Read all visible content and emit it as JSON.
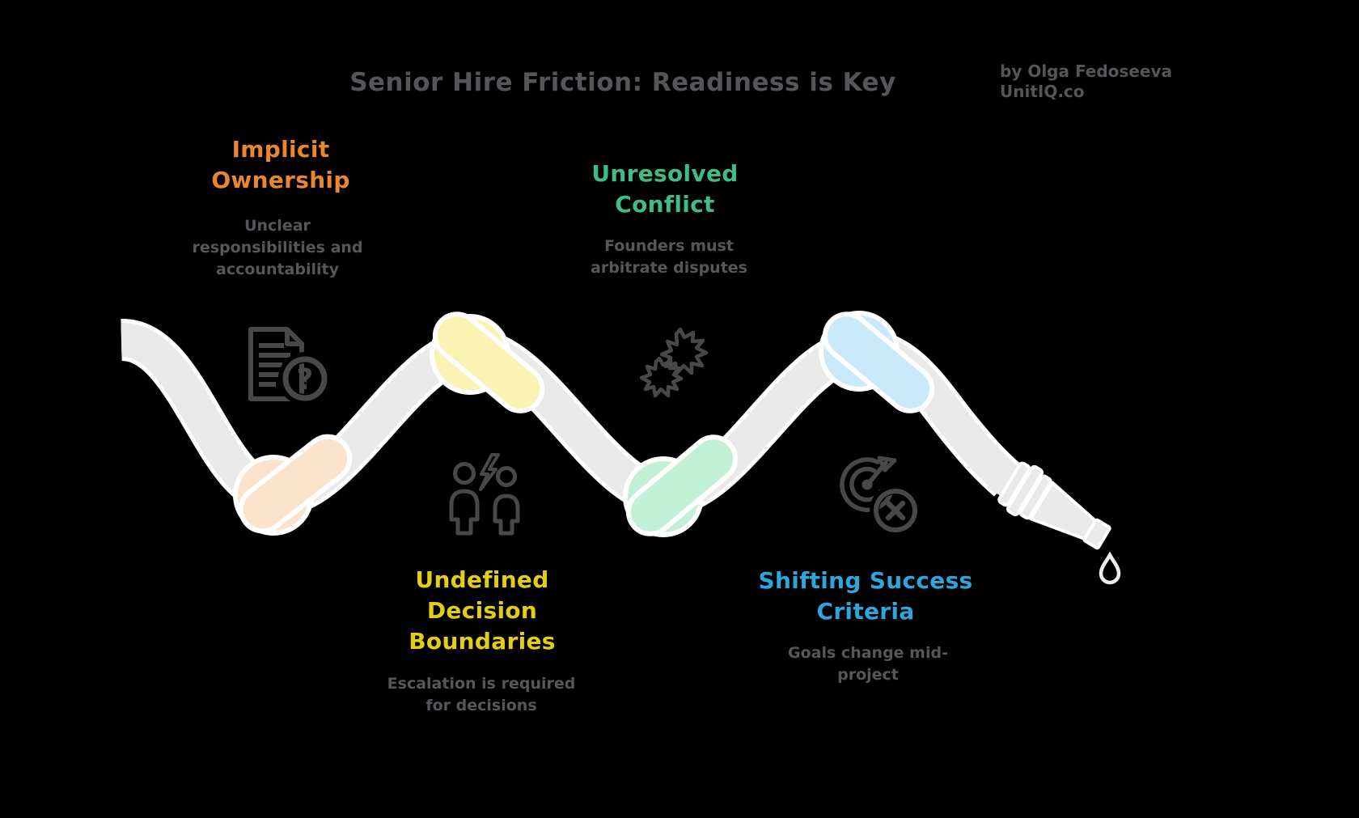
{
  "title": "Senior Hire Friction: Readiness is Key",
  "credit": {
    "byline": "by Olga Fedoseeva",
    "site": "UnitIQ.co"
  },
  "colors": {
    "background": "#000000",
    "title_text": "#54565A",
    "body_text": "#55575B",
    "icon_stroke": "#47484A",
    "hose": "#E9E9E9",
    "hose_outline": "#FFFFFF",
    "accent_orange": "#E8872E",
    "accent_green": "#3FBD87",
    "accent_yellow": "#E3CE15",
    "accent_blue": "#2CA6DB",
    "knot_peach": "#FBE3CB",
    "knot_yellow": "#FAF2B3",
    "knot_green": "#C2F0D6",
    "knot_blue": "#C9E9FA"
  },
  "sections": [
    {
      "name": "implicit-ownership",
      "heading": "Implicit\nOwnership",
      "description": "Unclear\nresponsibilities and\naccountability",
      "accent": "#E8872E",
      "knot_color": "#FBE3CB",
      "icon": "document-question-icon"
    },
    {
      "name": "unresolved-conflict",
      "heading": "Unresolved\nConflict",
      "description": "Founders must\narbitrate disputes",
      "accent": "#3FBD87",
      "knot_color": "#C2F0D6",
      "icon": "conflict-clash-icon"
    },
    {
      "name": "undefined-decision-boundaries",
      "heading": "Undefined\nDecision\nBoundaries",
      "description": "Escalation is required\nfor decisions",
      "accent": "#E3CE15",
      "knot_color": "#FAF2B3",
      "icon": "people-dispute-icon"
    },
    {
      "name": "shifting-success-criteria",
      "heading": "Shifting Success\nCriteria",
      "description": "Goals change mid-\nproject",
      "accent": "#2CA6DB",
      "knot_color": "#C9E9FA",
      "icon": "target-missed-icon"
    }
  ],
  "graphic": {
    "metaphor": "knotted hose with nozzle and water drop",
    "knots": [
      "peach",
      "yellow",
      "green",
      "blue"
    ]
  }
}
